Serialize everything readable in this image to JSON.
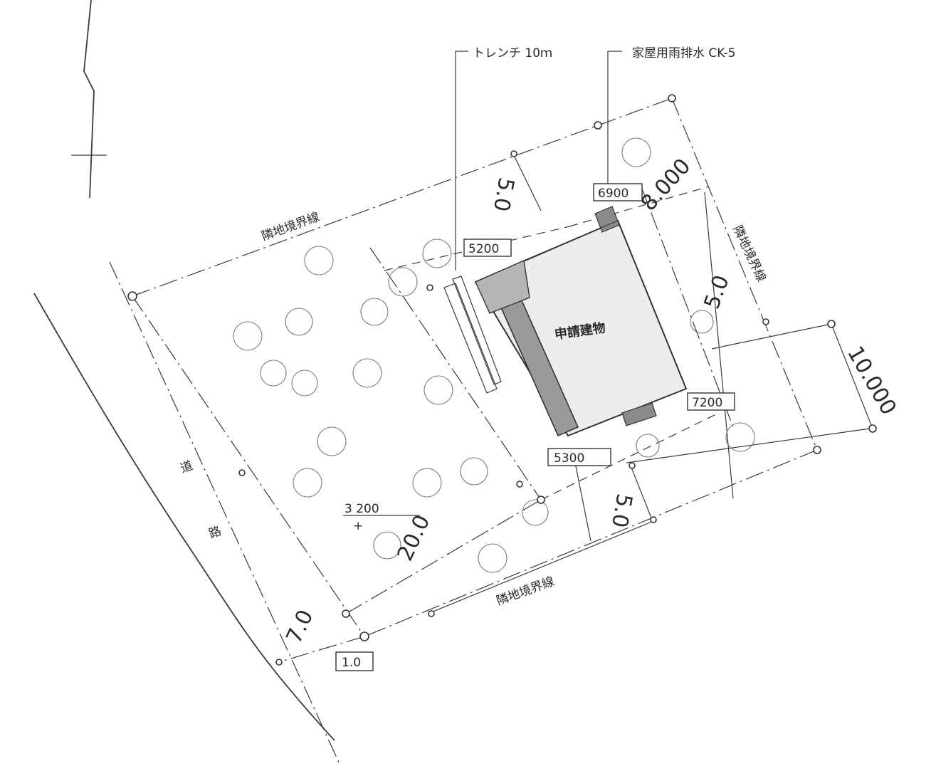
{
  "labels": {
    "fence": "トレンチ 10ｍ",
    "drain": "家屋用雨排水 CK-5",
    "boundary_top": "隣地境界線",
    "boundary_bottom": "隣地境界線",
    "boundary_right": "隣地境界線",
    "road": [
      "道",
      "路"
    ],
    "building": "申請建物"
  },
  "dims": {
    "d6900": "6900",
    "d8000": "8.000",
    "d5200": "5200",
    "d7200": "7200",
    "d5300": "5300",
    "d3200": "3 200",
    "d10000": "10.000",
    "d20": "20.0",
    "d7": "7.0",
    "d1": "1.0",
    "d50_top": "5.0",
    "d50_right": "5.0",
    "d50_bottom": "5.0"
  }
}
